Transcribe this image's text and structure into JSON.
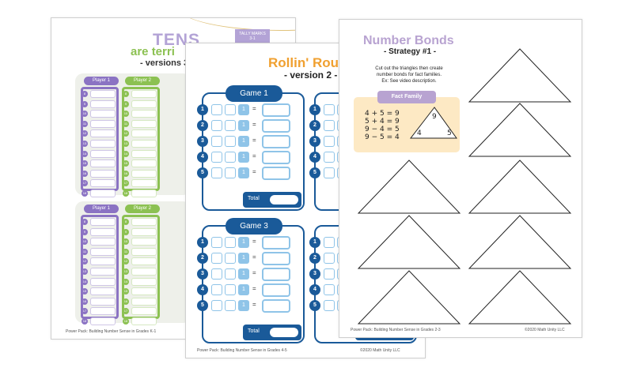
{
  "tens": {
    "title": "TENS",
    "subtitle": "are terri",
    "versions": "- versions 3",
    "tally": "TALLY MARKS\n3-1",
    "player1": "Player 1",
    "player2": "Player 2",
    "numbers": [
      "8",
      "9",
      "10",
      "11",
      "12",
      "13",
      "14",
      "15",
      "16",
      "17",
      "18"
    ],
    "footer": "Power Pack: Building Number Sense in Grades K-1"
  },
  "rollin": {
    "title": "Rollin' Round",
    "version": "- version 2 -",
    "game1": "Game 1",
    "game3": "Game 3",
    "rows": [
      "1",
      "2",
      "3",
      "4",
      "5"
    ],
    "one": "1",
    "eq": "=",
    "total": "Total",
    "footer_left": "Power Pack: Building Number Sense in Grades 4-5",
    "footer_right": "©2020 Math Unity LLC"
  },
  "bonds": {
    "title": "Number Bonds",
    "subtitle": "- Strategy #1 -",
    "instructions": [
      "Cut out the triangles then create",
      "number bonds for fact families.",
      "Ex: See video description."
    ],
    "fact_family": "Fact Family",
    "equations": [
      "4 + 5 = 9",
      "5 + 4 = 9",
      "9 − 4 = 5",
      "9 − 5 = 4"
    ],
    "tri_top": "9",
    "tri_left": "4",
    "tri_right": "5",
    "footer_left": "Power Pack: Building Number Sense in Grades 2-3",
    "footer_right": "©2020 Math Unity LLC"
  }
}
